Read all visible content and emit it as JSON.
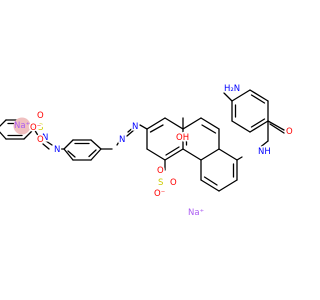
{
  "colors": {
    "background": "#ffffff",
    "bond": "#000000",
    "carbon": "#000000",
    "nitrogen": "#0000ff",
    "oxygen": "#ff0000",
    "sulfur": "#cccc00",
    "sodium": "#ab5cf2",
    "sodium_highlight": "#f0c0c0"
  },
  "labels": {
    "amine": "H₂N",
    "amide_nh": "NH",
    "amide_o": "O",
    "hydroxyl": "OH",
    "azo_n": "N",
    "sulfonate_s": "S",
    "sulfonate_o": "O",
    "sulfonate_o_minus": "O⁻",
    "sodium_1": "Na⁺",
    "sodium_2": "Na⁺"
  }
}
